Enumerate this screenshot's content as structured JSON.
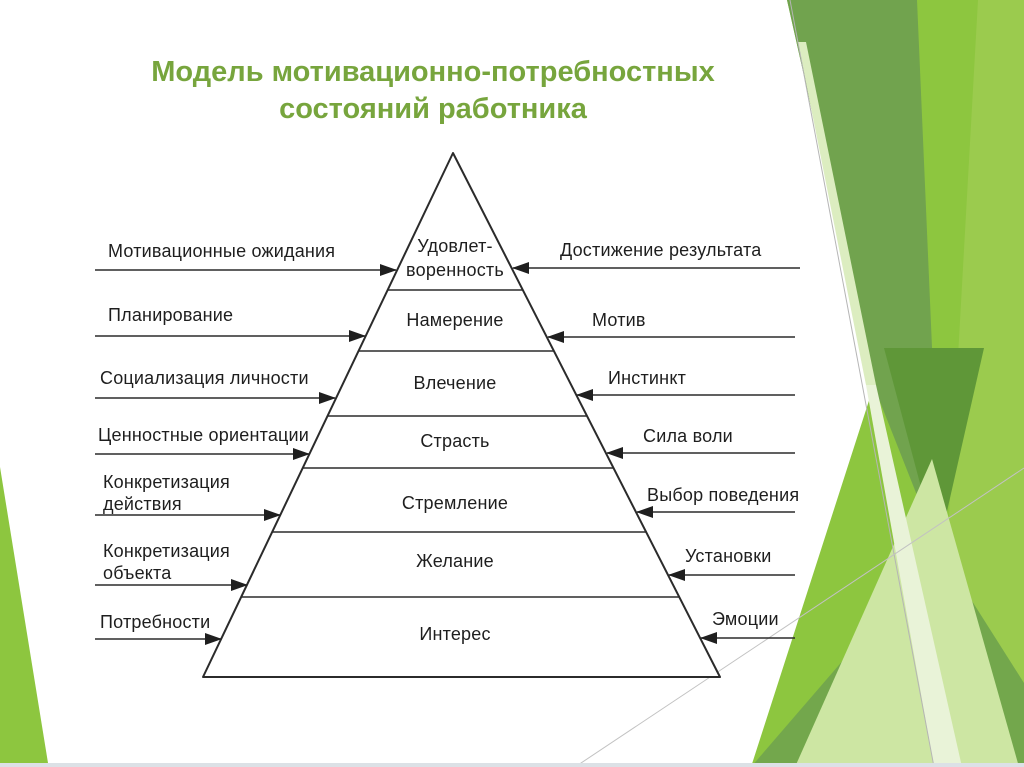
{
  "slide": {
    "title": {
      "lines": [
        "Модель мотивационно-потребностных",
        "состояний работника"
      ]
    }
  },
  "pyramid": {
    "levels": [
      {
        "name_lines": [
          "Удовлет-",
          "воренность"
        ],
        "left_lines": [
          "Мотивационные ожидания"
        ],
        "right_lines": [
          "Достижение результата"
        ]
      },
      {
        "name_lines": [
          "Намерение"
        ],
        "left_lines": [
          "Планирование"
        ],
        "right_lines": [
          "Мотив"
        ]
      },
      {
        "name_lines": [
          "Влечение"
        ],
        "left_lines": [
          "Социализация личности"
        ],
        "right_lines": [
          "Инстинкт"
        ]
      },
      {
        "name_lines": [
          "Страсть"
        ],
        "left_lines": [
          "Ценностные ориентации"
        ],
        "right_lines": [
          "Сила воли"
        ]
      },
      {
        "name_lines": [
          "Стремление"
        ],
        "left_lines": [
          "Конкретизация",
          "действия"
        ],
        "right_lines": [
          "Выбор поведения"
        ]
      },
      {
        "name_lines": [
          "Желание"
        ],
        "left_lines": [
          "Конкретизация",
          "объекта"
        ],
        "right_lines": [
          "Установки"
        ]
      },
      {
        "name_lines": [
          "Интерес"
        ],
        "left_lines": [
          "Потребности"
        ],
        "right_lines": [
          "Эмоции"
        ]
      }
    ]
  },
  "colors": {
    "title_text": "#77a53d",
    "diagram_line": "#2b2b2b",
    "label_text": "#1e1e1e",
    "fan_bright": "#8dc63f",
    "fan_light_band": "#9bcb4e",
    "fan_medium": "#71a34e",
    "fan_dark": "#5f9738",
    "fan_bottom_medium": "#73a74c",
    "fan_pale": "#cde6a3",
    "fan_paler": "#e9f3d8",
    "fan_edge_sliver": "#dcedc0",
    "bottom_strip": "#dce1e6"
  }
}
